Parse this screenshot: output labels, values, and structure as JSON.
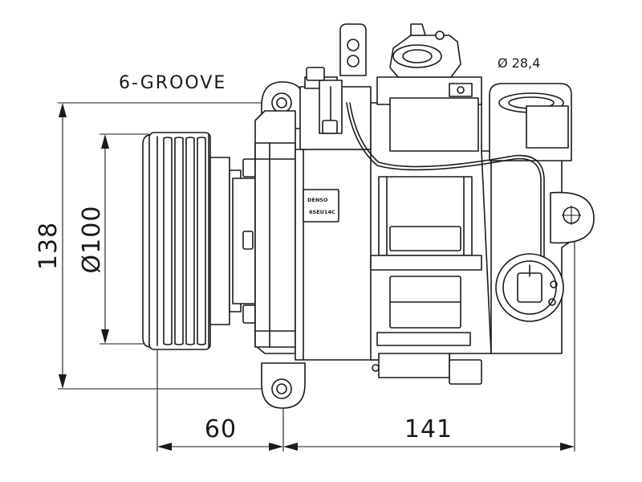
{
  "labels": {
    "groove": "6-GROOVE",
    "port_diameter": "Ø 28,4",
    "height": "138",
    "pulley_diameter": "Ø100",
    "pulley_offset": "60",
    "body_length": "141"
  },
  "nameplate": {
    "brand": "DENSO",
    "part_no": "6SEU14C"
  }
}
